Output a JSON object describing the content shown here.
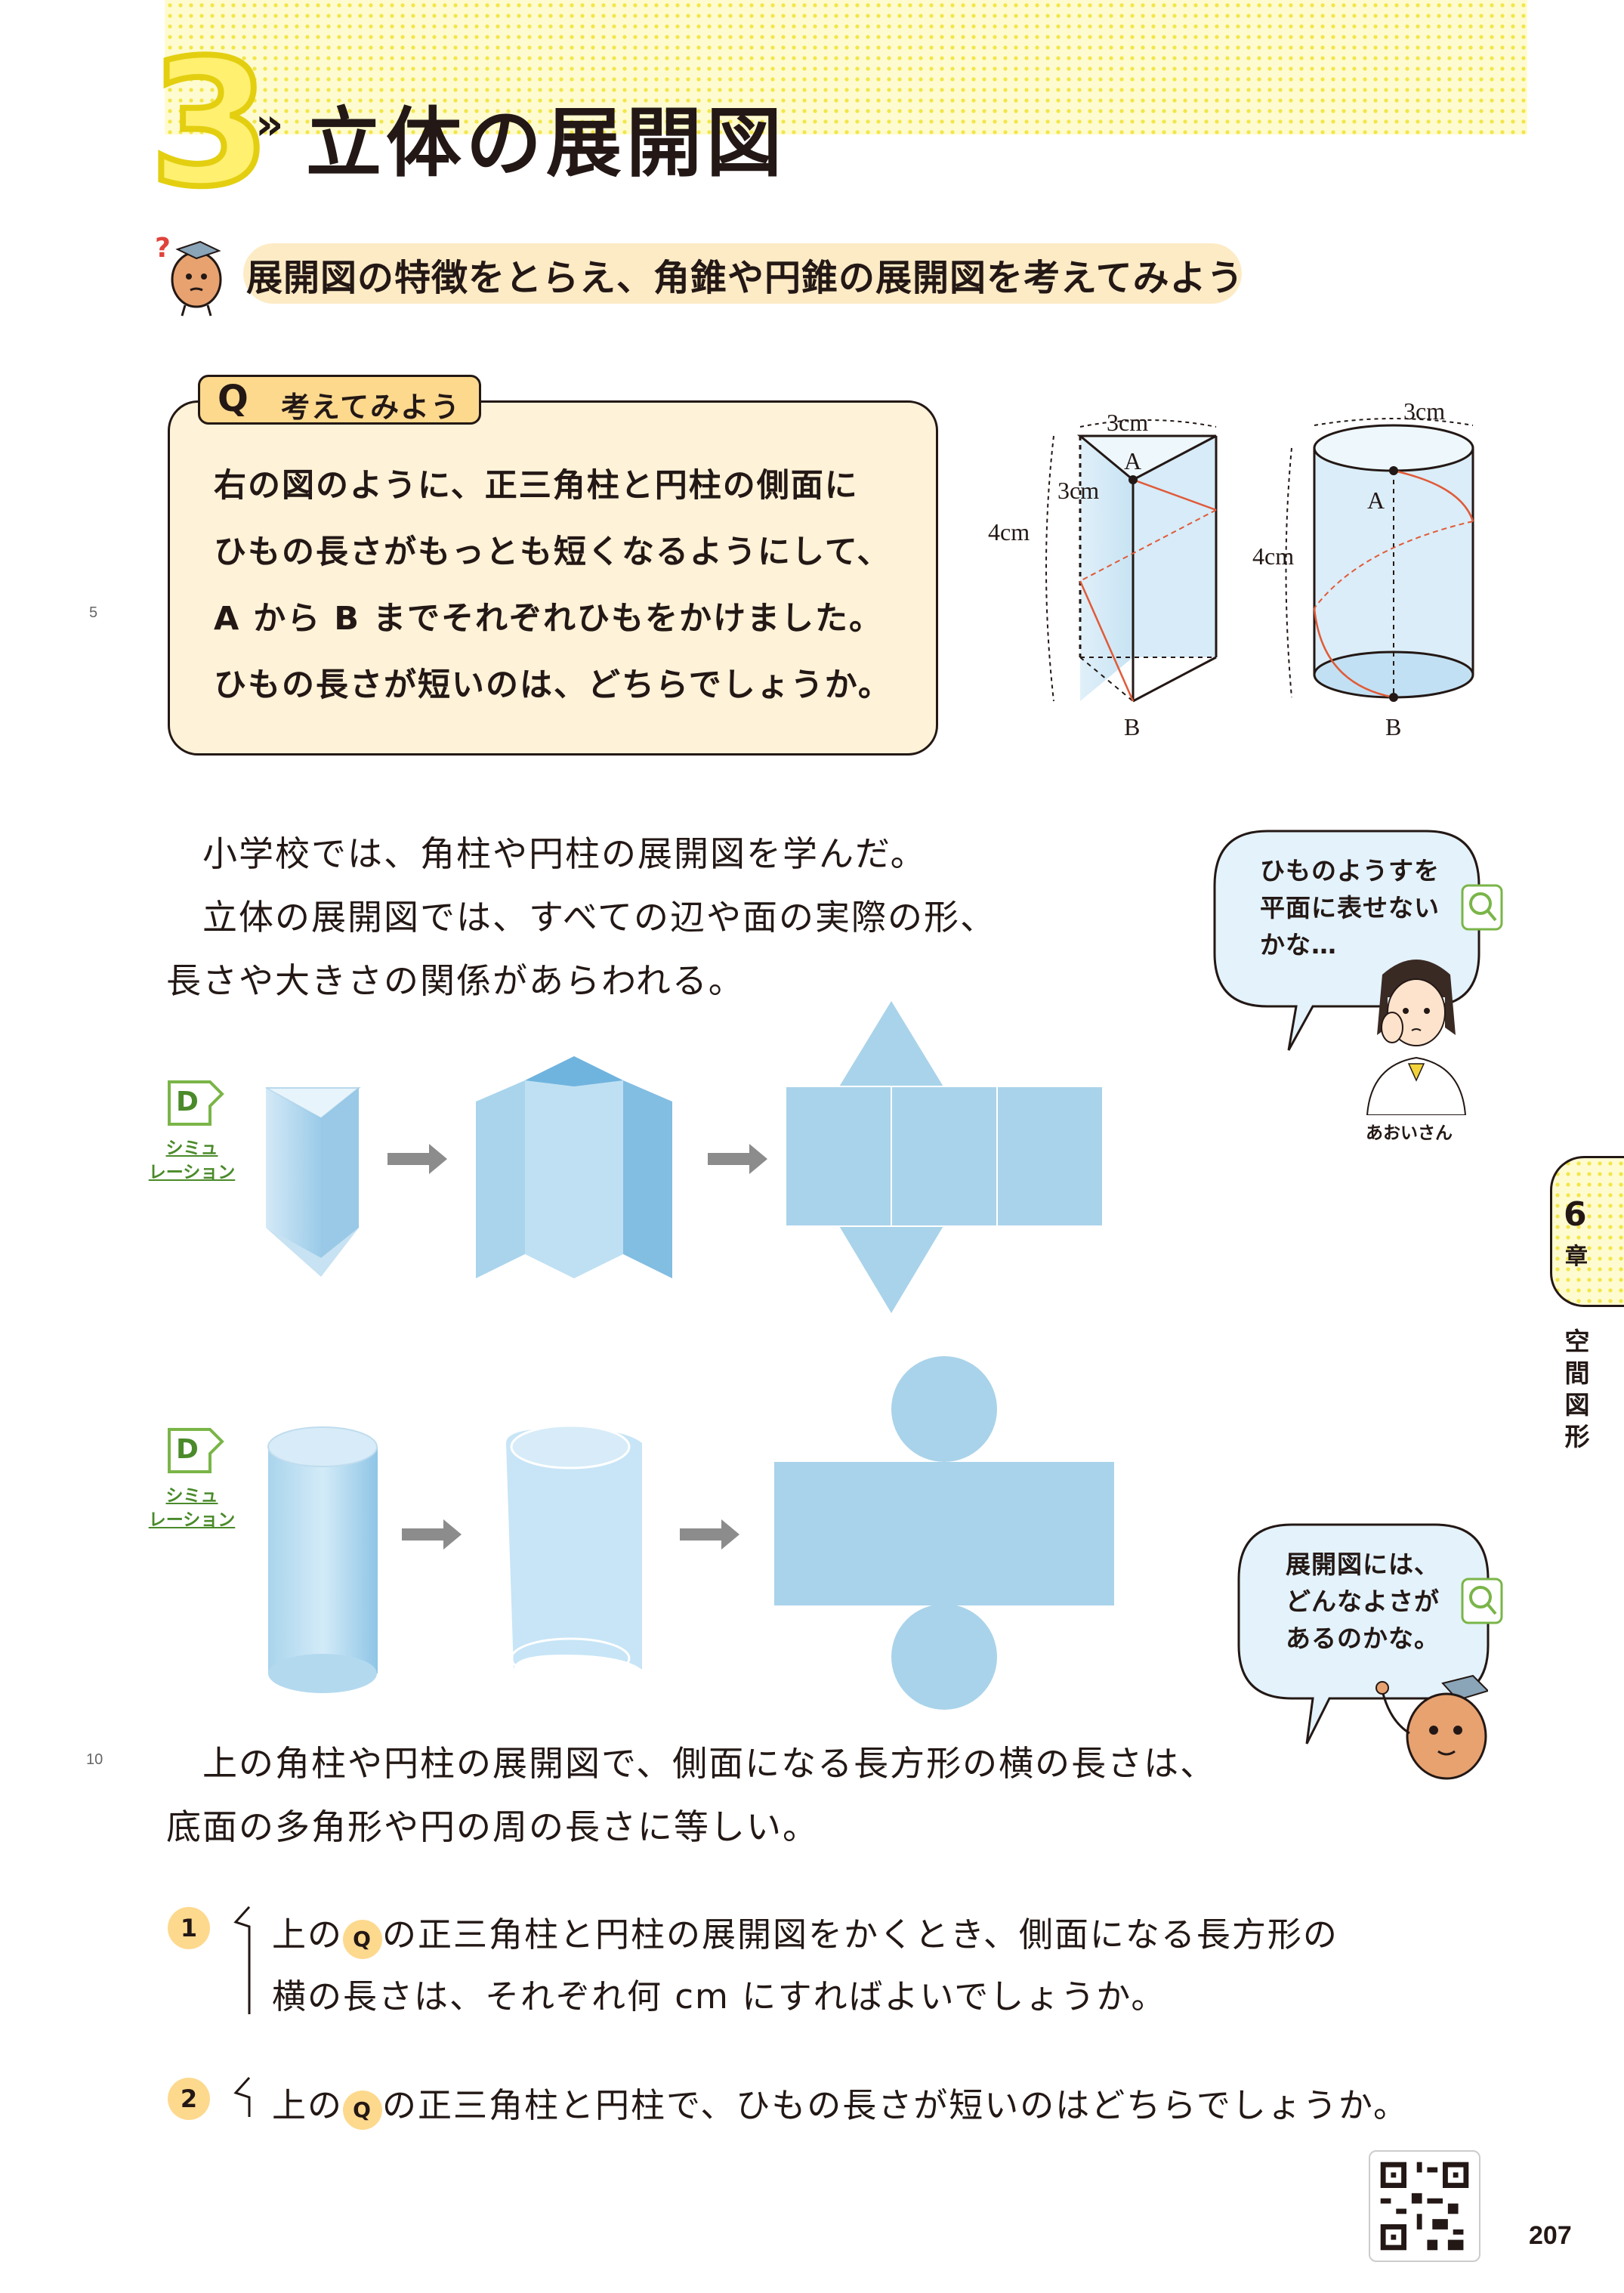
{
  "header": {
    "section_number": "3",
    "arrow": "»",
    "title": "立体の展開図"
  },
  "goal": {
    "text": "展開図の特徴をとらえ、角錐や円錐の展開図を考えてみよう"
  },
  "q_box": {
    "badge": "Q",
    "label": "考えてみよう",
    "lines": [
      "右の図のように、正三角柱と円柱の側面に",
      "ひもの長さがもっとも短くなるようにして、",
      "A から B までそれぞれひもをかけました。",
      "ひもの長さが短いのは、どちらでしょうか。"
    ]
  },
  "figure_prism": {
    "top_edge": "3cm",
    "side_edge": "3cm",
    "height": "4cm",
    "point_a": "A",
    "point_b": "B"
  },
  "figure_cylinder": {
    "diameter": "3cm",
    "height": "4cm",
    "point_a": "A",
    "point_b": "B"
  },
  "margin_numbers": [
    "5",
    "10"
  ],
  "intro_paragraph": [
    "小学校では、角柱や円柱の展開図を学んだ。",
    "立体の展開図では、すべての辺や面の実際の形、",
    "長さや大きさの関係があらわれる。"
  ],
  "bubble_aoi": {
    "lines": [
      "ひものようすを",
      "平面に表せない",
      "かな…"
    ],
    "name": "あおいさん"
  },
  "simulation": {
    "icon_letter": "D",
    "label_line1": "シミュ",
    "label_line2": "レーション"
  },
  "chapter_tab": {
    "number": "6",
    "unit": "章",
    "title_chars": [
      "空",
      "間",
      "図",
      "形"
    ]
  },
  "bubble_mascot": {
    "lines": [
      "展開図には、",
      "どんなよさが",
      "あるのかな。"
    ]
  },
  "summary_paragraph": [
    "上の角柱や円柱の展開図で、側面になる長方形の横の長さは、",
    "底面の多角形や円の周の長さに等しい。"
  ],
  "problems": [
    {
      "number": "1",
      "pre": "上の",
      "q": "Q",
      "line1_rest": "の正三角柱と円柱の展開図をかくとき、側面になる長方形の",
      "line2": "横の長さは、それぞれ何 cm にすればよいでしょうか。"
    },
    {
      "number": "2",
      "pre": "上の",
      "q": "Q",
      "line1_rest": "の正三角柱と円柱で、ひもの長さが短いのはどちらでしょうか。"
    }
  ],
  "page_number": "207",
  "colors": {
    "solid_fill": "#a8d4ec",
    "net_fill": "#a9d3ea",
    "goal_bar": "#fdebc6",
    "q_box_fill": "#fef2d8",
    "badge_fill": "#fdd98e",
    "accent_yellow": "#f2e64a",
    "sim_green": "#4a8a2a",
    "string_red": "#e05a38"
  }
}
